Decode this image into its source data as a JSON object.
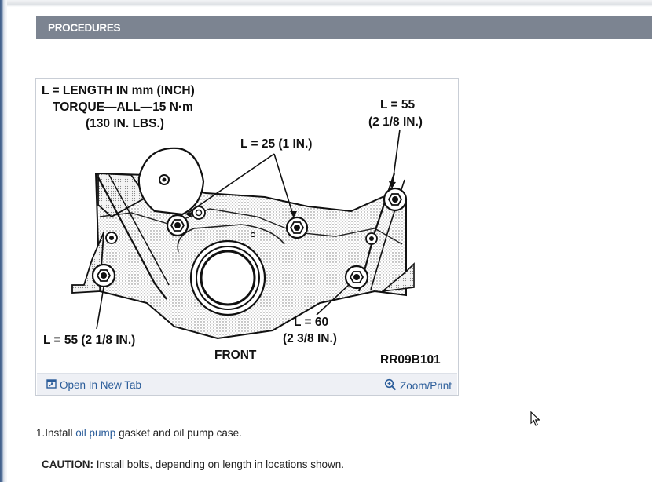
{
  "section": {
    "title": "PROCEDURES"
  },
  "figure": {
    "labels": {
      "legend_line1": "L = LENGTH IN mm (INCH)",
      "legend_line2": "TORQUE—ALL—15 N·m",
      "legend_line3": "(130 IN. LBS.)",
      "top_right_1": "L = 55",
      "top_right_2": "(2 1/8 IN.)",
      "center_top": "L = 25 (1 IN.)",
      "bottom_left": "L = 55 (2 1/8 IN.)",
      "bottom_right_1": "L = 60",
      "bottom_right_2": "(2 3/8 IN.)",
      "front": "FRONT",
      "code": "RR09B101"
    },
    "open_tab_label": "Open In New Tab",
    "zoom_label": "Zoom/Print",
    "icons": {
      "open_tab": "open-new-tab-icon",
      "zoom": "zoom-magnifier-icon"
    }
  },
  "step": {
    "prefix": "1.Install ",
    "link": "oil pump",
    "suffix": " gasket and oil pump case."
  },
  "caution": {
    "label": "CAUTION:",
    "text": " Install bolts, depending on length in locations shown."
  }
}
